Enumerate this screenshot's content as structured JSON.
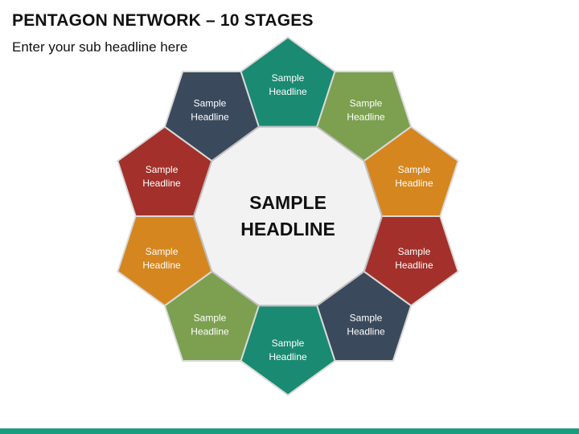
{
  "slide": {
    "title": "PENTAGON NETWORK – 10 STAGES",
    "subtitle": "Enter your sub headline here"
  },
  "center": {
    "line1": "SAMPLE",
    "line2": "HEADLINE",
    "fill": "#f2f2f2",
    "stroke": "#bfbfbf"
  },
  "stages": [
    {
      "line1": "Sample",
      "line2": "Headline",
      "color": "#1a8a72"
    },
    {
      "line1": "Sample",
      "line2": "Headline",
      "color": "#7ca04f"
    },
    {
      "line1": "Sample",
      "line2": "Headline",
      "color": "#d6861f"
    },
    {
      "line1": "Sample",
      "line2": "Headline",
      "color": "#a3302a"
    },
    {
      "line1": "Sample",
      "line2": "Headline",
      "color": "#3a4a5c"
    },
    {
      "line1": "Sample",
      "line2": "Headline",
      "color": "#1a8a72"
    },
    {
      "line1": "Sample",
      "line2": "Headline",
      "color": "#7ca04f"
    },
    {
      "line1": "Sample",
      "line2": "Headline",
      "color": "#d6861f"
    },
    {
      "line1": "Sample",
      "line2": "Headline",
      "color": "#a3302a"
    },
    {
      "line1": "Sample",
      "line2": "Headline",
      "color": "#3a4a5c"
    }
  ],
  "accent": "#1a9c80"
}
